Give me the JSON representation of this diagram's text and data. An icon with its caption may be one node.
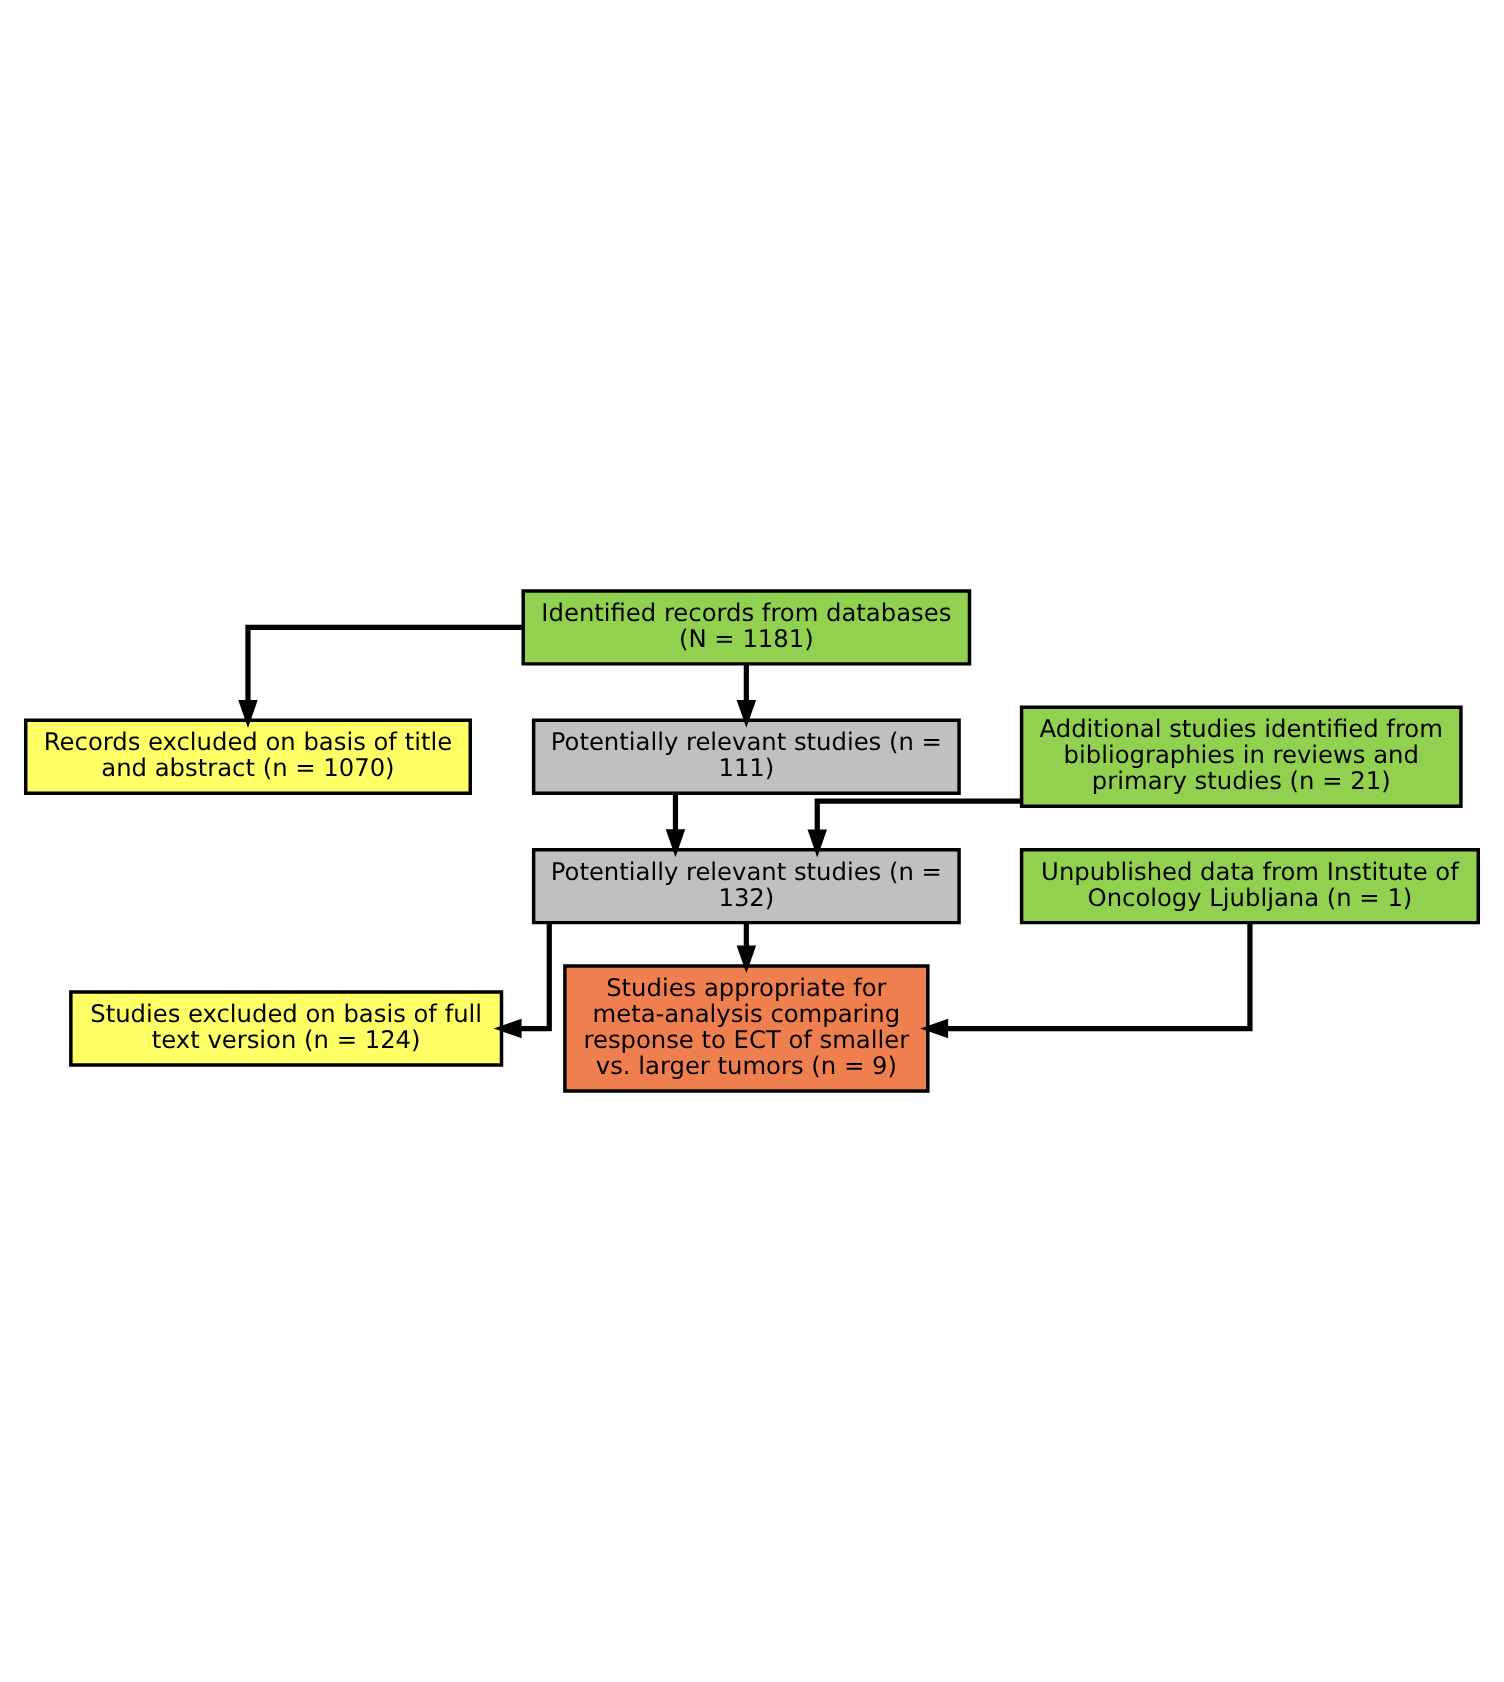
{
  "diagram": {
    "nodes": [
      {
        "text": [
          "Identified records from databases (N = 1181)"
        ]
      },
      {
        "text": [
          "Records excluded on basis of title and abstract (n = 1070)"
        ]
      },
      {
        "text": [
          "Potentially relevant studies (n = 111)"
        ]
      },
      {
        "text": [
          "Additional studies identified from bibliographies in reviews and primary studies (n = 21)"
        ]
      },
      {
        "text": [
          "Potentially relevant studies (n = 132)"
        ]
      },
      {
        "text": [
          "Studies excluded on basis of full text version (n = 124)"
        ]
      },
      {
        "text": [
          "Unpublished data from Institute of Oncology Ljubljana (n = 1)"
        ]
      },
      {
        "text": [
          "Studies appropriate for meta-analysis comparing response to ECT of smaller vs. larger tumors (n = 9)"
        ]
      }
    ],
    "edges": [
      {
        "from": 0,
        "to": 1,
        "arrow": "to"
      },
      {
        "from": 0,
        "to": 2,
        "arrow": "to"
      },
      {
        "from": 3,
        "to": 4,
        "arrow": "to"
      },
      {
        "from": 2,
        "to": 4,
        "arrow": "to"
      },
      {
        "from": 4,
        "to": 5,
        "arrow": "to"
      },
      {
        "from": 6,
        "to": 7,
        "arrow": "to"
      },
      {
        "from": 4,
        "to": 7,
        "arrow": "to"
      }
    ]
  }
}
